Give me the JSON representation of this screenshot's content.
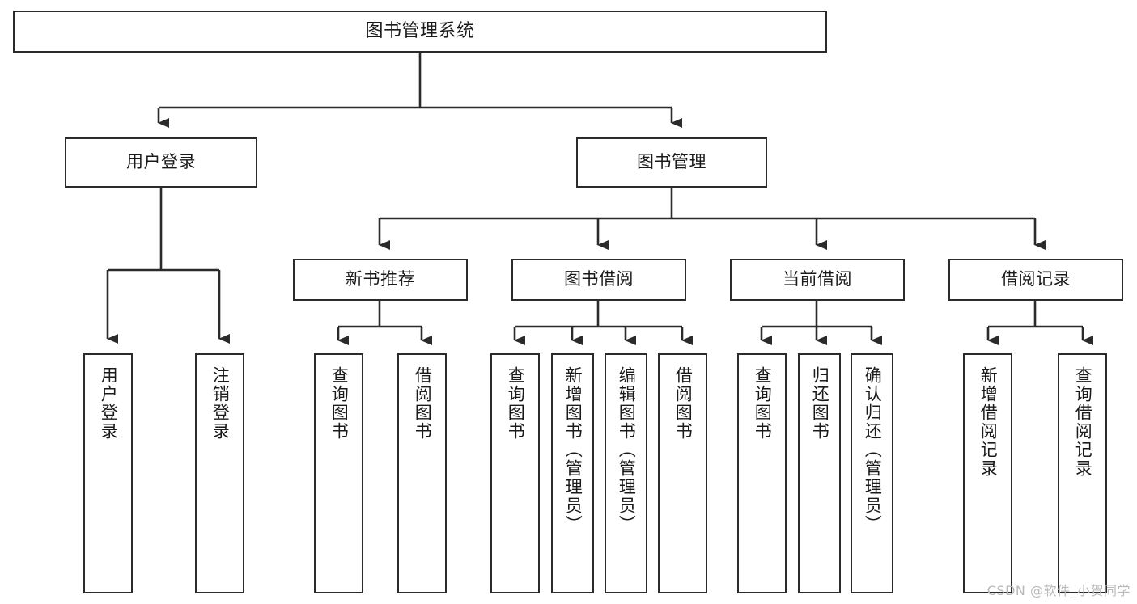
{
  "diagram": {
    "title": "图书管理系统",
    "type": "tree",
    "colors": {
      "box_border": "#2b2b2b",
      "box_fill": "#ffffff",
      "edge": "#2b2b2b",
      "text": "#1a1a1a",
      "watermark": "#b9b9b9"
    },
    "root": {
      "label": "图书管理系统"
    },
    "level1": [
      {
        "label": "用户登录"
      },
      {
        "label": "图书管理"
      }
    ],
    "level2": [
      {
        "label": "新书推荐"
      },
      {
        "label": "图书借阅"
      },
      {
        "label": "当前借阅"
      },
      {
        "label": "借阅记录"
      }
    ],
    "leaves": {
      "user_login": [
        {
          "label": "用户登录"
        },
        {
          "label": "注销登录"
        }
      ],
      "new_book": [
        {
          "label": "查询图书"
        },
        {
          "label": "借阅图书"
        }
      ],
      "borrow_book": [
        {
          "label": "查询图书"
        },
        {
          "label": "新增图书（管理员）"
        },
        {
          "label": "编辑图书（管理员）"
        },
        {
          "label": "借阅图书"
        }
      ],
      "current_borrow": [
        {
          "label": "查询图书"
        },
        {
          "label": "归还图书"
        },
        {
          "label": "确认归还（管理员）"
        }
      ],
      "borrow_record": [
        {
          "label": "新增借阅记录"
        },
        {
          "label": "查询借阅记录"
        }
      ]
    }
  },
  "watermark": {
    "text": "CSDN @软件_小贺同学"
  }
}
